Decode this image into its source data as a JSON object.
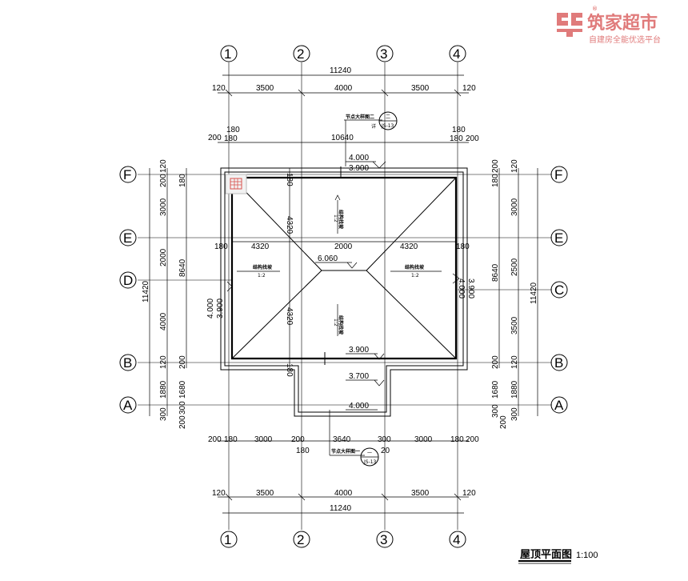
{
  "logo": {
    "brand": "筑家超市",
    "slogan": "自建房全能优选平台",
    "mark": "®",
    "color": "#e07b7b"
  },
  "axes_top": [
    "1",
    "2",
    "3",
    "4"
  ],
  "axes_bottom": [
    "1",
    "2",
    "3",
    "4"
  ],
  "axes_left": [
    "F",
    "E",
    "D",
    "B",
    "A"
  ],
  "axes_right": [
    "F",
    "E",
    "C",
    "B",
    "A"
  ],
  "dims_top": {
    "total": "11240",
    "a120": "120",
    "s1": "3500",
    "s2": "4000",
    "s3": "3500",
    "b120": "120",
    "c200": "200",
    "c180": "180",
    "inner": "10640",
    "d180": "180",
    "d200": "200"
  },
  "dims_bottom": {
    "e200": "200",
    "e180": "180",
    "s1": "3000",
    "m200": "200",
    "m180": "180",
    "mid": "3640",
    "m300": "300",
    "m20": "20",
    "s3": "3000",
    "f180": "180",
    "f200": "200",
    "a120": "120",
    "t1": "3500",
    "t2": "4000",
    "t3": "3500",
    "b120": "120",
    "total": "11240"
  },
  "dims_left": {
    "v120": "120",
    "v200": "200",
    "v180": "180",
    "d3000": "3000",
    "d2000": "2000",
    "d4000": "4000",
    "sum8640": "8640",
    "total": "11420",
    "v120b": "120",
    "v200b": "200",
    "d1880": "1880",
    "d1680": "1680",
    "v300": "300",
    "v300b": "300",
    "v200c": "200"
  },
  "dims_right": {
    "v200": "200",
    "v120": "120",
    "v180": "180",
    "d3000": "3000",
    "d2500": "2500",
    "d3500": "3500",
    "sum8640": "8640",
    "total": "11420",
    "v200b": "200",
    "v120b": "120",
    "d1880": "1880",
    "d1680": "1680",
    "v300": "300",
    "v200c": "200",
    "v300b": "300"
  },
  "inner_dims": {
    "h180a": "180",
    "h4320a": "4320",
    "h2000": "2000",
    "h4320b": "4320",
    "h180b": "180",
    "v180top": "180",
    "v4320top": "4320",
    "v4320bot": "4320",
    "v180bot": "180"
  },
  "elevations": {
    "top1": "4.000",
    "top2": "3.900",
    "ridge": "6.060",
    "right1": "4.000",
    "right2": "3.900",
    "left1": "4.000",
    "left2": "3.900",
    "bot1": "3.900",
    "bot2": "3.700",
    "bot3": "4.000"
  },
  "slopes": {
    "top_label": "结构找坡",
    "top_ratio": "1:2",
    "left_label": "结构找坡",
    "left_ratio": "1:2",
    "right_label": "结构找坡",
    "right_ratio": "1:2",
    "bot_label": "结构找坡",
    "bot_ratio": "1:2"
  },
  "details": {
    "top_callout": "节点大样图二",
    "top_sym_num": "二",
    "top_sym_ref": "JS-13",
    "top_sym_extra": "详",
    "bot_callout": "节点大样图一",
    "bot_sym_num": "一",
    "bot_sym_ref": "JS-13"
  },
  "title": {
    "main": "屋顶平面图",
    "scale": "1:100"
  }
}
